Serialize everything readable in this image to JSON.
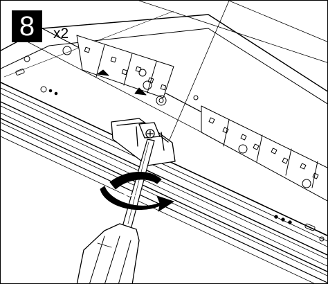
{
  "instruction": {
    "step_number": "8",
    "quantity": "x2"
  },
  "illustration": {
    "subject": "screwdriver-tightening-clamp-screw",
    "rotation_direction": "clockwise",
    "colors": {
      "line": "#000000",
      "fill": "#ffffff",
      "arrow": "#000000",
      "shadow": "#d8d8d8"
    }
  }
}
